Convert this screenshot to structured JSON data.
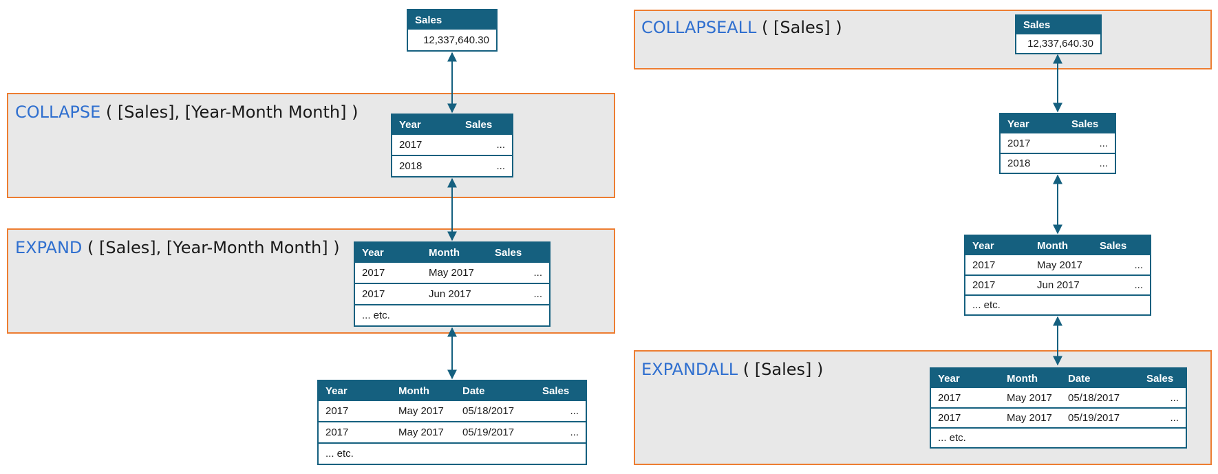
{
  "colors": {
    "panel_border": "#ed7d31",
    "function_name": "#2f6fcf",
    "table_header": "#15607f"
  },
  "left": {
    "top_table": {
      "headers": [
        "Sales"
      ],
      "rows": [
        [
          "12,337,640.30"
        ]
      ]
    },
    "collapse": {
      "fn": "COLLAPSE",
      "args": " ( [Sales], [Year-Month Month] )",
      "table": {
        "headers": [
          "Year",
          "Sales"
        ],
        "rows": [
          [
            "2017",
            "..."
          ],
          [
            "2018",
            "..."
          ]
        ]
      }
    },
    "expand": {
      "fn": "EXPAND",
      "args": " ( [Sales], [Year-Month Month] )",
      "table": {
        "headers": [
          "Year",
          "Month",
          "Sales"
        ],
        "rows": [
          [
            "2017",
            "May 2017",
            "..."
          ],
          [
            "2017",
            "Jun 2017",
            "..."
          ]
        ],
        "etc": "... etc."
      }
    },
    "bottom_table": {
      "headers": [
        "Year",
        "Month",
        "Date",
        "Sales"
      ],
      "rows": [
        [
          "2017",
          "May 2017",
          "05/18/2017",
          "..."
        ],
        [
          "2017",
          "May 2017",
          "05/19/2017",
          "..."
        ]
      ],
      "etc": "... etc."
    }
  },
  "right": {
    "collapseall": {
      "fn": "COLLAPSEALL",
      "args": " ( [Sales] )",
      "table": {
        "headers": [
          "Sales"
        ],
        "rows": [
          [
            "12,337,640.30"
          ]
        ]
      }
    },
    "year_table": {
      "headers": [
        "Year",
        "Sales"
      ],
      "rows": [
        [
          "2017",
          "..."
        ],
        [
          "2018",
          "..."
        ]
      ]
    },
    "month_table": {
      "headers": [
        "Year",
        "Month",
        "Sales"
      ],
      "rows": [
        [
          "2017",
          "May 2017",
          "..."
        ],
        [
          "2017",
          "Jun 2017",
          "..."
        ]
      ],
      "etc": "... etc."
    },
    "expandall": {
      "fn": "EXPANDALL",
      "args": " ( [Sales] )",
      "table": {
        "headers": [
          "Year",
          "Month",
          "Date",
          "Sales"
        ],
        "rows": [
          [
            "2017",
            "May 2017",
            "05/18/2017",
            "..."
          ],
          [
            "2017",
            "May 2017",
            "05/19/2017",
            "..."
          ]
        ],
        "etc": "... etc."
      }
    }
  }
}
